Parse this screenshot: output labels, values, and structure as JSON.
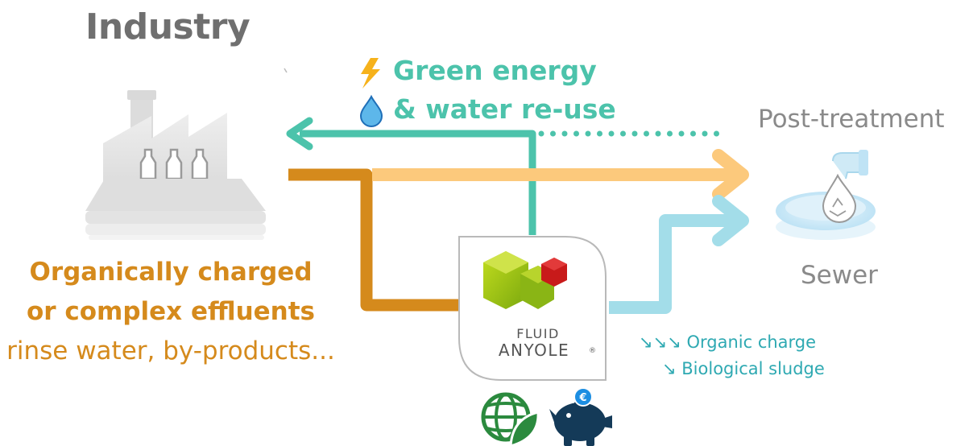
{
  "header": {
    "title": "Industry"
  },
  "benefits": {
    "energy": "Green energy",
    "water": "& water re-use"
  },
  "outputs": {
    "post_treatment": "Post-treatment",
    "sewer": "Sewer"
  },
  "effluents": {
    "line1": "Organically charged",
    "line2": "or complex effluents",
    "line3": "rinse water, by-products..."
  },
  "reductions": {
    "organic_charge": "↘↘↘ Organic charge",
    "biological_sludge": "↘ Biological sludge"
  },
  "logo": {
    "brand_line1": "FLUID",
    "brand_line2": "ANYOLE",
    "registered_mark": "®",
    "euro_symbol": "€"
  },
  "icons": {
    "industry": "factory-conveyor-icon",
    "energy": "lightning-bolt-icon",
    "water": "water-drop-icon",
    "post_treatment": "recycled-water-basin-icon",
    "eco": "globe-leaf-icon",
    "savings": "piggy-bank-icon"
  },
  "colors": {
    "title_gray": "#6f6f6f",
    "teal": "#4cc3ab",
    "orange_dark": "#d58a1c",
    "orange_light": "#fcc97c",
    "light_blue": "#a3dde9",
    "green_logo": "#9bc21e",
    "red_logo": "#c81a1a",
    "piggy_navy": "#143a58",
    "globe_green": "#2b8a3e"
  }
}
